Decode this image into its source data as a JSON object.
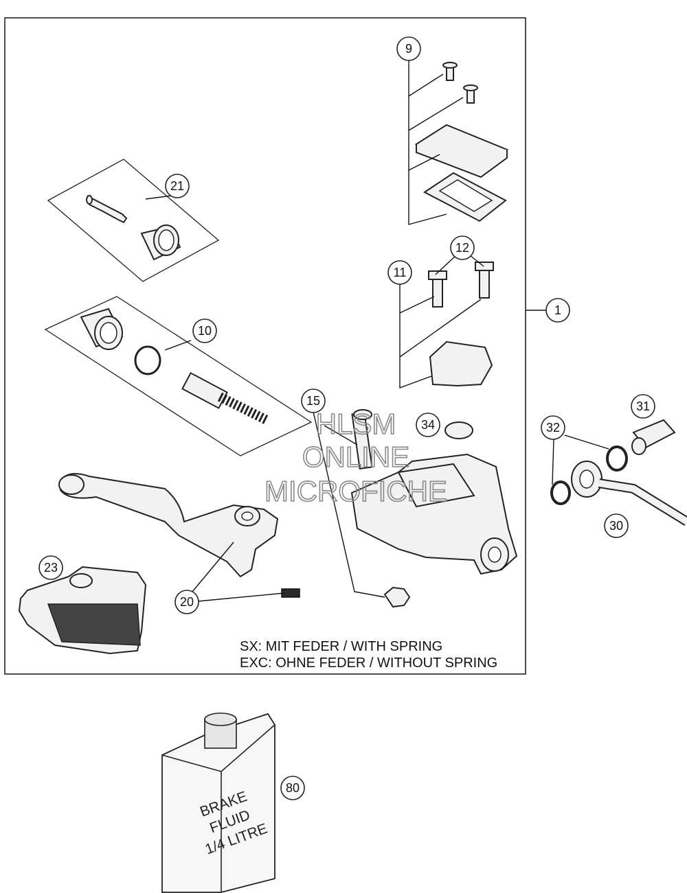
{
  "callouts": {
    "c1": "1",
    "c9": "9",
    "c10": "10",
    "c11": "11",
    "c12": "12",
    "c15": "15",
    "c20": "20",
    "c21": "21",
    "c23": "23",
    "c30": "30",
    "c31": "31",
    "c32": "32",
    "c34": "34",
    "c80": "80"
  },
  "notes": {
    "line1": "SX: MIT FEDER / WITH SPRING",
    "line2": "EXC: OHNE FEDER / WITHOUT SPRING"
  },
  "can_label": [
    "BRAKE",
    "FLUID",
    "1/4 LITRE"
  ],
  "watermark": [
    "HLSM",
    "ONLINE",
    "MICROFICHE"
  ]
}
